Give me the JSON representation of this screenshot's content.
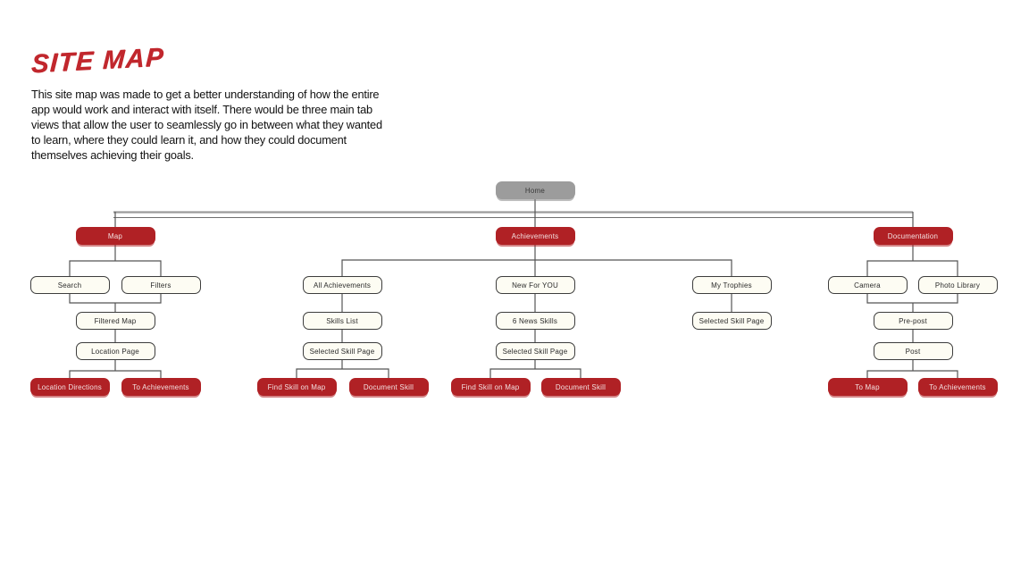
{
  "page": {
    "title": "Site Map",
    "description": "This site map was made to get a better understanding of how the entire\napp would work and interact with itself. There would be three main tab\nviews that allow the user to seamlessly go in between what they wanted\nto learn, where they could learn it, and how they could document\nthemselves achieving their goals."
  },
  "colors": {
    "accent_red": "#b02125",
    "home_gray": "#9c9c9c",
    "box_cream": "#fdfcf3",
    "line_dark": "#555555",
    "line_light": "#9b9b9b",
    "title_red": "#c1272d"
  },
  "sitemap": {
    "home": "Home",
    "map_branch": {
      "root": "Map",
      "search": "Search",
      "filters": "Filters",
      "filtered_map": "Filtered Map",
      "location_page": "Location Page",
      "location_directions": "Location Directions",
      "to_achievements": "To Achievements"
    },
    "achievements_branch": {
      "root": "Achievements",
      "all_achievements": "All Achievements",
      "skills_list": "Skills List",
      "selected_skill_page_1": "Selected Skill Page",
      "find_skill_on_map_1": "Find Skill on Map",
      "document_skill_1": "Document Skill",
      "new_for_you": "New For YOU",
      "six_news_skills": "6 News Skills",
      "selected_skill_page_2": "Selected Skill Page",
      "find_skill_on_map_2": "Find Skill on Map",
      "document_skill_2": "Document Skill",
      "my_trophies": "My Trophies",
      "selected_skill_page_3": "Selected Skill Page"
    },
    "documentation_branch": {
      "root": "Documentation",
      "camera": "Camera",
      "photo_library": "Photo Library",
      "pre_post": "Pre-post",
      "post": "Post",
      "to_map": "To Map",
      "to_achievements": "To Achievements"
    }
  }
}
